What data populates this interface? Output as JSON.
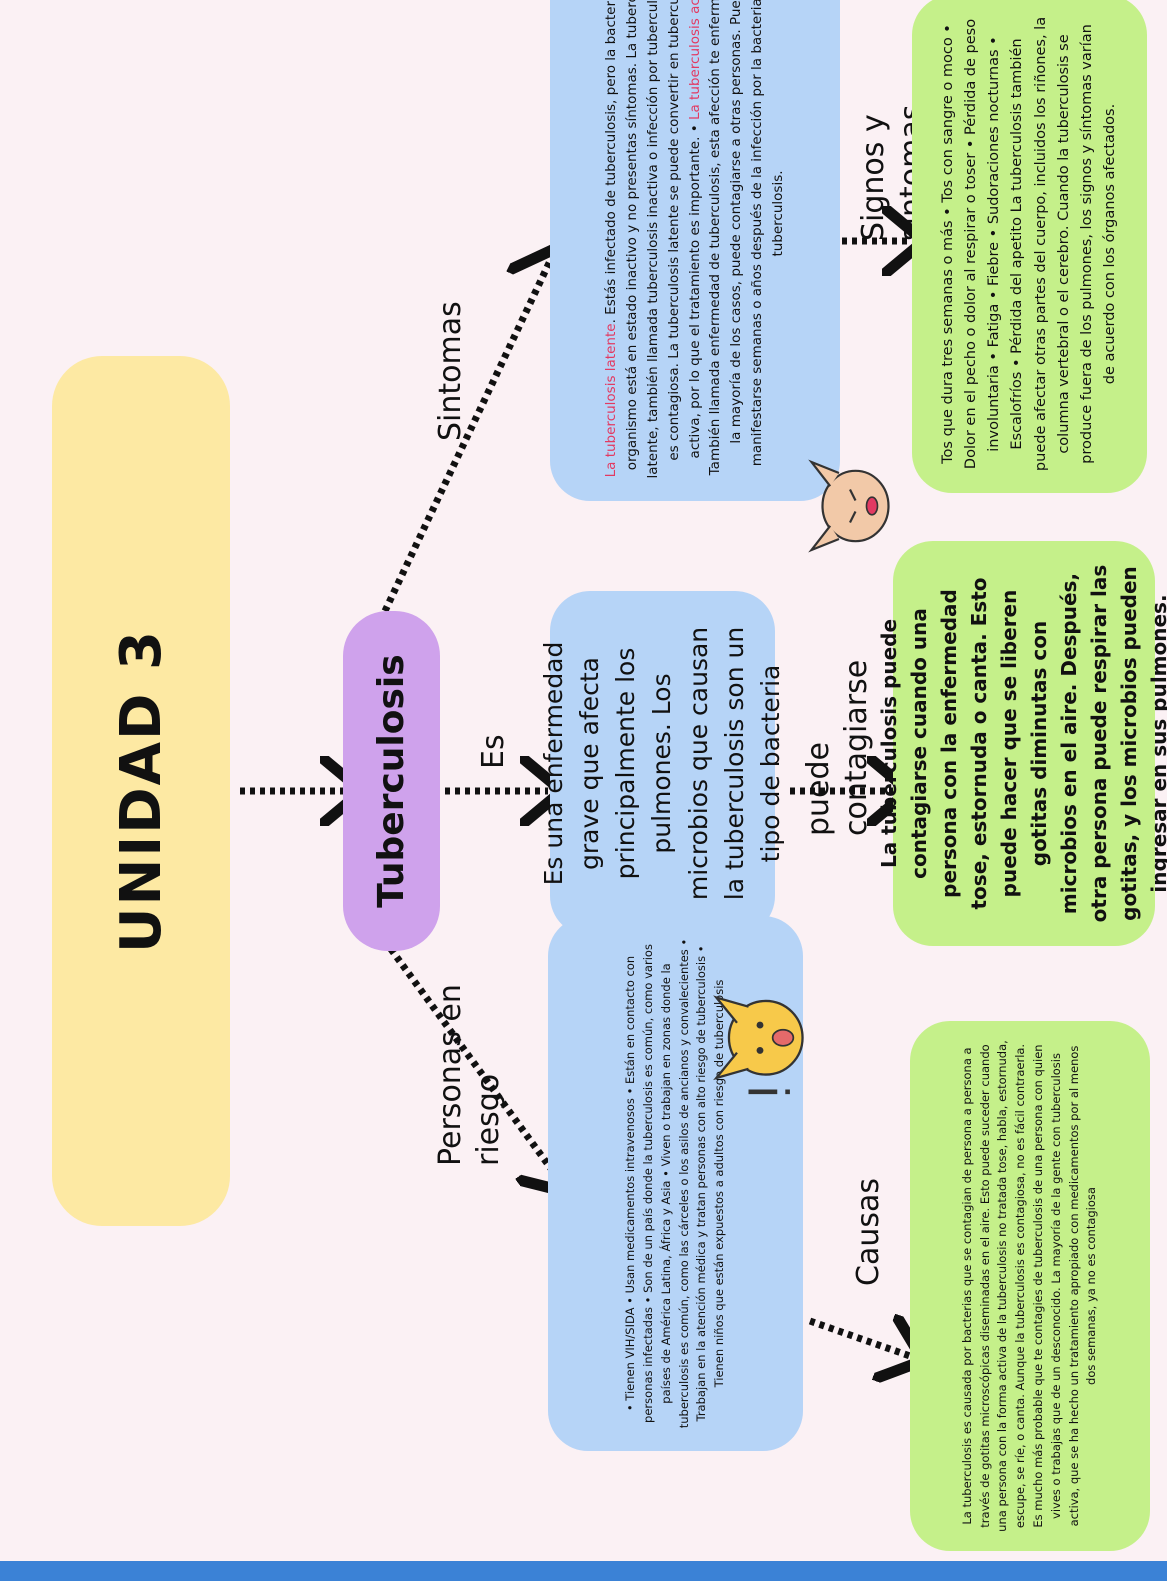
{
  "title": "UNIDAD 3",
  "central": "Tuberculosis",
  "link_labels": {
    "sintomas": "Sintomas",
    "es": "Es",
    "personas_riesgo_1": "Personas en",
    "personas_riesgo_2": "riesgo",
    "signos": "Signos y sintomas",
    "contagiarse_1": "puede",
    "contagiarse_2": "contagiarse",
    "causas": "Causas"
  },
  "es_text": "Es una enfermedad grave que afecta principalmente los pulmones. Los microbios que causan la tuberculosis son un tipo de bacteria",
  "sintomas_text": {
    "hl1": "La tuberculosis latente",
    "p1": ". Estás infectado de tuberculosis, pero la bacteria en tu organismo está en estado inactivo y no presentas síntomas. La tuberculosis latente, también llamada tuberculosis inactiva o infección por tuberculosis, no es contagiosa. La tuberculosis latente se puede convertir en tuberculosis activa, por lo que el tratamiento es importante. • ",
    "hl2": "La tuberculosis activa",
    "p2": ". También llamada enfermedad de tuberculosis, esta afección te enferma y, en la mayoría de los casos, puede contagiarse a otras personas. Puede manifestarse semanas o años después de la infección por la bacteria de la tuberculosis."
  },
  "signos_text": "Tos que dura tres semanas o más • Tos con sangre o moco • Dolor en el pecho o dolor al respirar o toser • Pérdida de peso involuntaria • Fatiga • Fiebre • Sudoraciones nocturnas • Escalofríos • Pérdida del apetito La tuberculosis también puede afectar otras partes del cuerpo, incluidos los riñones, la columna vertebral o el cerebro. Cuando la tuberculosis se produce fuera de los pulmones, los signos y síntomas varían de acuerdo con los órganos afectados.",
  "contagio_text": "La tuberculosis puede contagiarse cuando una persona con la enfermedad tose, estornuda o canta. Esto puede hacer que se liberen gotitas diminutas con microbios en el aire. Después, otra persona puede respirar las gotitas, y los microbios pueden ingresar en sus pulmones.",
  "riesgo_text": "• Tienen VIH/SIDA • Usan medicamentos intravenosos • Están en contacto con personas infectadas • Son de un país donde la tuberculosis es común, como varios países de América Latina, África y Asia • Viven o trabajan en zonas donde la tuberculosis es común, como las cárceles o los asilos de ancianos y convalecientes • Trabajan en la atención médica y tratan personas con alto riesgo de tuberculosis • Tienen niños que están expuestos a adultos con riesgo de tuberculosis",
  "causas_text": "La tuberculosis es causada por bacterias que se contagian de persona a persona a través de gotitas microscópicas diseminadas en el aire. Esto puede suceder cuando una persona con la forma activa de la tuberculosis no tratada tose, habla, estornuda, escupe, se ríe, o canta. Aunque la tuberculosis es contagiosa, no es fácil contraerla. Es mucho más probable que te contagies de tuberculosis de una persona con quien vives o trabajas que de un desconocido. La mayoría de la gente con tuberculosis activa, que se ha hecho un tratamiento apropiado con medicamentos por al menos dos semanas, ya no es contagiosa",
  "colors": {
    "background": "#fbf1f4",
    "yellow": "#fde9a3",
    "purple": "#cfa2ec",
    "blue": "#b6d4f7",
    "green": "#c5f08a",
    "highlight": "#e23a62",
    "bottom_bar": "#3b82d6"
  }
}
